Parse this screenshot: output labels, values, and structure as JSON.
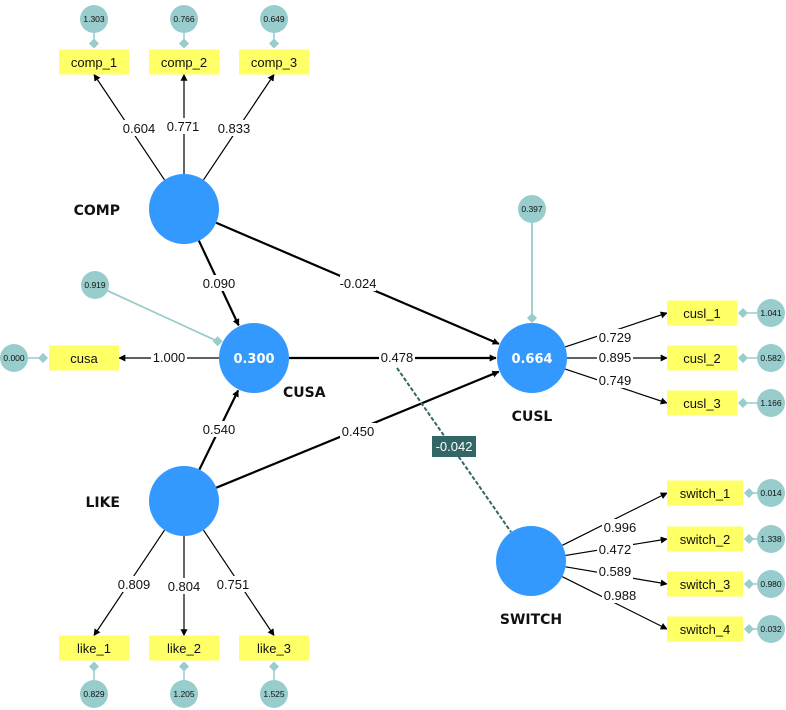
{
  "colors": {
    "latent": "#3399ff",
    "indicator": "#ffff66",
    "error": "#99cccc",
    "error_line": "#99cccc",
    "path": "#000000",
    "moderator_line": "#336666",
    "moderator_label_bg": "#336666"
  },
  "latents": [
    {
      "id": "COMP",
      "name": "COMP",
      "r2": ""
    },
    {
      "id": "CUSA",
      "name": "CUSA",
      "r2": "0.300"
    },
    {
      "id": "CUSL",
      "name": "CUSL",
      "r2": "0.664"
    },
    {
      "id": "LIKE",
      "name": "LIKE",
      "r2": ""
    },
    {
      "id": "SWITCH",
      "name": "SWITCH",
      "r2": ""
    }
  ],
  "indicators": [
    {
      "id": "comp_1",
      "label": "comp_1",
      "latent": "COMP",
      "loading": "0.604",
      "error": "1.303"
    },
    {
      "id": "comp_2",
      "label": "comp_2",
      "latent": "COMP",
      "loading": "0.771",
      "error": "0.766"
    },
    {
      "id": "comp_3",
      "label": "comp_3",
      "latent": "COMP",
      "loading": "0.833",
      "error": "0.649"
    },
    {
      "id": "cusa",
      "label": "cusa",
      "latent": "CUSA",
      "loading": "1.000",
      "error": "0.000"
    },
    {
      "id": "cusl_1",
      "label": "cusl_1",
      "latent": "CUSL",
      "loading": "0.729",
      "error": "1.041"
    },
    {
      "id": "cusl_2",
      "label": "cusl_2",
      "latent": "CUSL",
      "loading": "0.895",
      "error": "0.582"
    },
    {
      "id": "cusl_3",
      "label": "cusl_3",
      "latent": "CUSL",
      "loading": "0.749",
      "error": "1.166"
    },
    {
      "id": "like_1",
      "label": "like_1",
      "latent": "LIKE",
      "loading": "0.809",
      "error": "0.829"
    },
    {
      "id": "like_2",
      "label": "like_2",
      "latent": "LIKE",
      "loading": "0.804",
      "error": "1.205"
    },
    {
      "id": "like_3",
      "label": "like_3",
      "latent": "LIKE",
      "loading": "0.751",
      "error": "1.525"
    },
    {
      "id": "switch_1",
      "label": "switch_1",
      "latent": "SWITCH",
      "loading": "0.996",
      "error": "0.014"
    },
    {
      "id": "switch_2",
      "label": "switch_2",
      "latent": "SWITCH",
      "loading": "0.472",
      "error": "1.338"
    },
    {
      "id": "switch_3",
      "label": "switch_3",
      "latent": "SWITCH",
      "loading": "0.589",
      "error": "0.980"
    },
    {
      "id": "switch_4",
      "label": "switch_4",
      "latent": "SWITCH",
      "loading": "0.988",
      "error": "0.032"
    }
  ],
  "structural_paths": [
    {
      "from": "COMP",
      "to": "CUSA",
      "coef": "0.090"
    },
    {
      "from": "COMP",
      "to": "CUSL",
      "coef": "-0.024"
    },
    {
      "from": "CUSA",
      "to": "CUSL",
      "coef": "0.478"
    },
    {
      "from": "LIKE",
      "to": "CUSA",
      "coef": "0.540"
    },
    {
      "from": "LIKE",
      "to": "CUSL",
      "coef": "0.450"
    }
  ],
  "latent_errors": [
    {
      "latent": "CUSA",
      "value": "0.919"
    },
    {
      "latent": "CUSL",
      "value": "0.397"
    }
  ],
  "moderation": {
    "moderator": "SWITCH",
    "target_path": "CUSA->CUSL",
    "coef": "-0.042"
  }
}
